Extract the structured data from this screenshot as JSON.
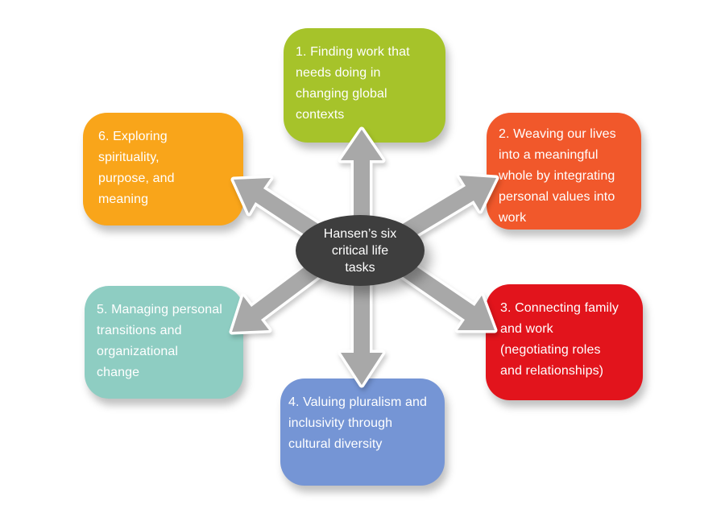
{
  "background": "#FFFFFF",
  "text_color": "#FFFFFF",
  "center": {
    "label": "Hansen’s six\ncritical life\ntasks",
    "color": "#3E3E3E"
  },
  "nodes": [
    {
      "id": "1",
      "label": "1. Finding work that\nneeds doing in\nchanging global\ncontexts",
      "color": "#A6C32A"
    },
    {
      "id": "2",
      "label": "2. Weaving our lives\ninto a meaningful\nwhole by integrating\npersonal values into\nwork",
      "color": "#F1582B"
    },
    {
      "id": "3",
      "label": "3. Connecting family\nand work\n(negotiating roles\nand relationships)",
      "color": "#E2141C"
    },
    {
      "id": "4",
      "label": "4. Valuing pluralism and\ninclusivity through\ncultural diversity",
      "color": "#7595D5"
    },
    {
      "id": "5",
      "label": "5. Managing personal\ntransitions and\norganizational\nchange",
      "color": "#8ECDC2"
    },
    {
      "id": "6",
      "label": "6. Exploring\nspirituality,\npurpose, and\nmeaning",
      "color": "#F9A51A"
    }
  ],
  "arrows": {
    "color": "#A8A8A8",
    "outline": "#FFFFFF",
    "directions": [
      "up",
      "up-right",
      "down-right",
      "down",
      "down-left",
      "up-left"
    ]
  }
}
